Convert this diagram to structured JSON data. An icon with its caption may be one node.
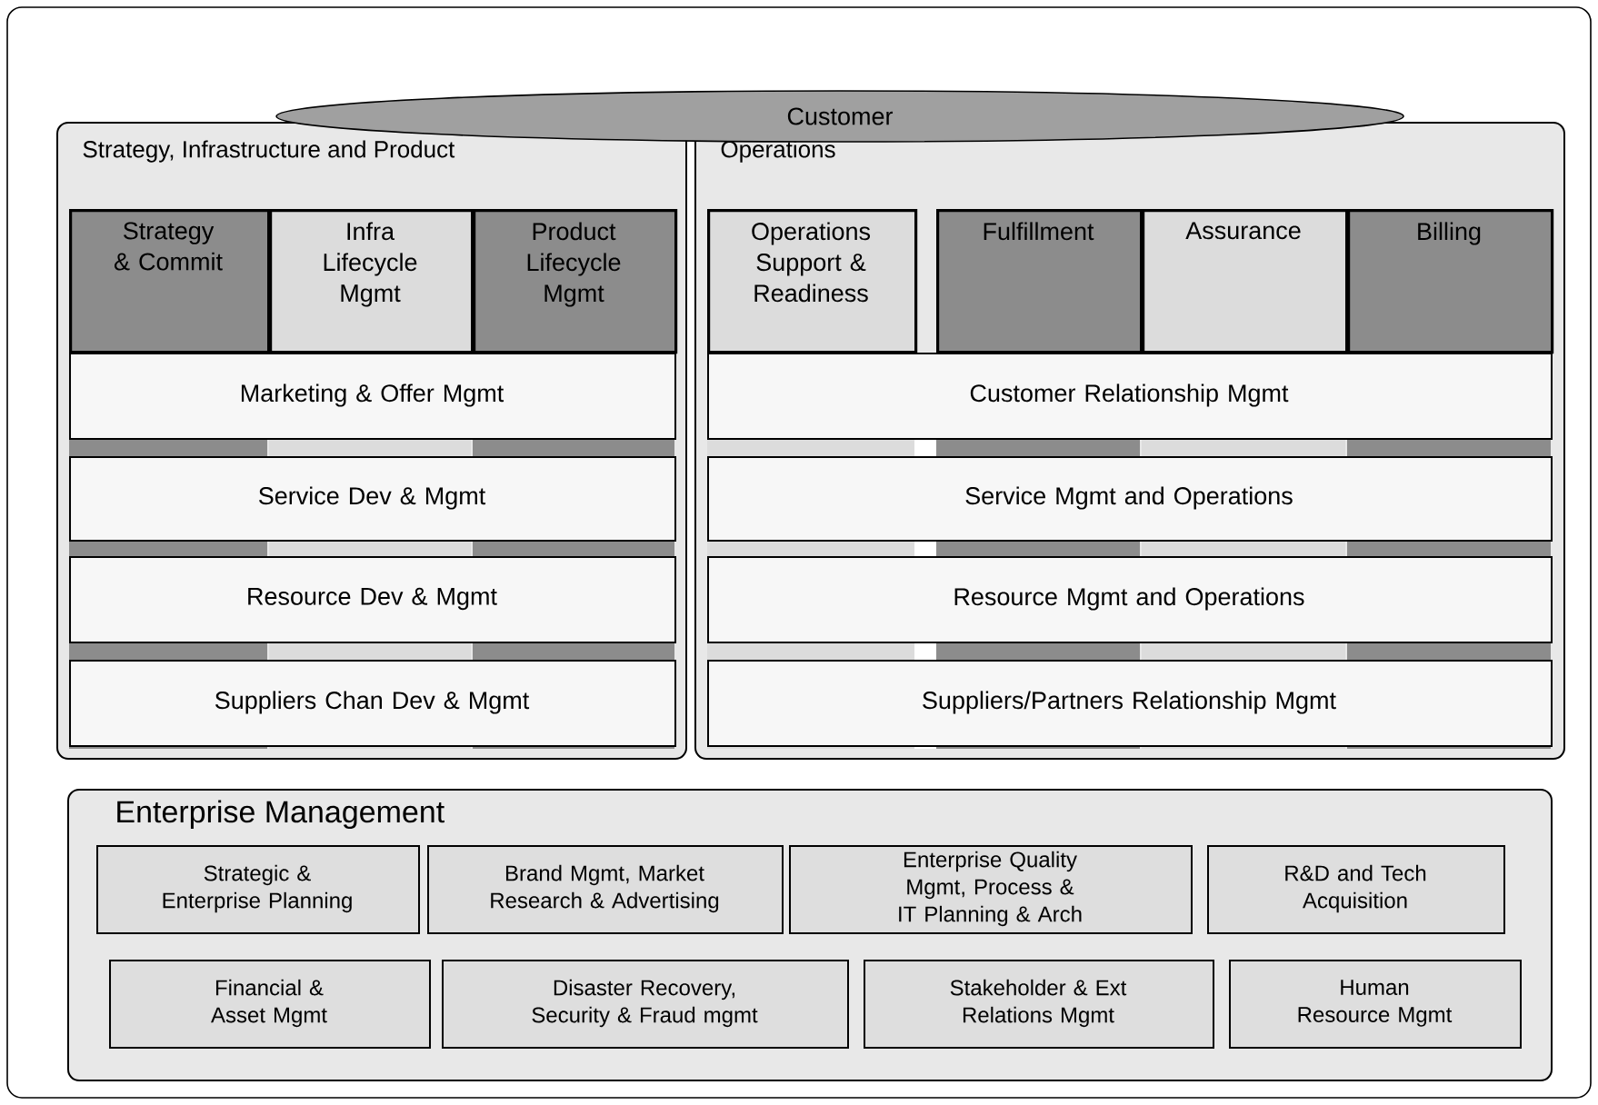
{
  "diagram": {
    "nodes": [
      {
        "text": [
          "Customer"
        ]
      },
      {
        "text": [
          "Strategy, Infrastructure and Product"
        ]
      },
      {
        "text": [
          "Strategy & Commit"
        ],
        "in": 1
      },
      {
        "text": [
          "Infra Lifecycle Mgmt"
        ],
        "in": 1
      },
      {
        "text": [
          "Product Lifecycle Mgmt"
        ],
        "in": 1
      },
      {
        "text": [
          "Marketing & Offer Mgmt"
        ],
        "in": 1
      },
      {
        "text": [
          "Service Dev & Mgmt"
        ],
        "in": 1
      },
      {
        "text": [
          "Resource Dev & Mgmt"
        ],
        "in": 1
      },
      {
        "text": [
          "Suppliers Chan Dev & Mgmt"
        ],
        "in": 1
      },
      {
        "text": [
          "Operations"
        ]
      },
      {
        "text": [
          "Operations Support & Readiness"
        ],
        "in": 9
      },
      {
        "text": [
          "Fulfillment"
        ],
        "in": 9
      },
      {
        "text": [
          "Assurance"
        ],
        "in": 9
      },
      {
        "text": [
          "Billing"
        ],
        "in": 9
      },
      {
        "text": [
          "Customer Relationship Mgmt"
        ],
        "in": 9
      },
      {
        "text": [
          "Service Mgmt and Operations"
        ],
        "in": 9
      },
      {
        "text": [
          "Resource Mgmt and Operations"
        ],
        "in": 9
      },
      {
        "text": [
          "Suppliers/Partners Relationship Mgmt"
        ],
        "in": 9
      },
      {
        "text": [
          "Enterprise Management"
        ]
      },
      {
        "text": [
          "Strategic & Enterprise Planning"
        ],
        "in": 18
      },
      {
        "text": [
          "Brand Mgmt, Market Research & Advertising"
        ],
        "in": 18
      },
      {
        "text": [
          "Enterprise Quality Mgmt, Process & IT Planning & Arch"
        ],
        "in": 18
      },
      {
        "text": [
          "R&D and Tech Acquisition"
        ],
        "in": 18
      },
      {
        "text": [
          "Financial & Asset Mgmt"
        ],
        "in": 18
      },
      {
        "text": [
          "Disaster Recovery, Security & Fraud mgmt"
        ],
        "in": 18
      },
      {
        "text": [
          "Stakeholder & Ext Relations Mgmt"
        ],
        "in": 18
      },
      {
        "text": [
          "Human Resource Mgmt"
        ],
        "in": 18
      }
    ]
  }
}
